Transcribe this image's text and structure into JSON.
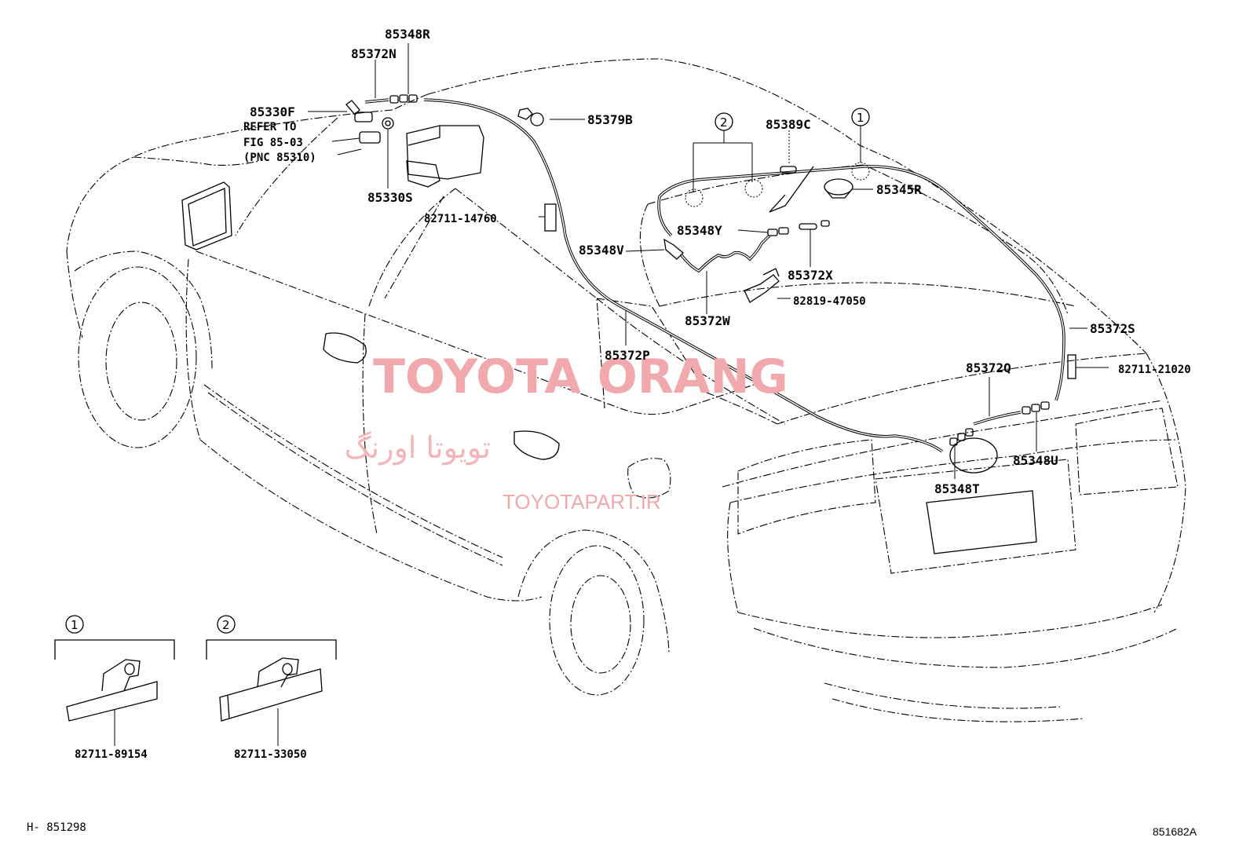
{
  "diagram": {
    "labels": {
      "p85348R": "85348R",
      "p85372N": "85372N",
      "p85330F": "85330F",
      "refer_line1": "REFER TO",
      "refer_line2": "FIG 85-03",
      "refer_line3": "(PNC 85310)",
      "p85330S": "85330S",
      "p85379B": "85379B",
      "p82711_14760": "82711-14760",
      "p85389C": "85389C",
      "p85345R": "85345R",
      "p85348Y": "85348Y",
      "p85348V": "85348V",
      "p85372X": "85372X",
      "p82819_47050": "82819-47050",
      "p85372W": "85372W",
      "p85372P": "85372P",
      "p85372S": "85372S",
      "p82711_21020": "82711-21020",
      "p85372Q": "85372Q",
      "p85348U": "85348U",
      "p85348T": "85348T",
      "p82711_89154": "82711-89154",
      "p82711_33050": "82711-33050"
    },
    "callouts": {
      "one": "1",
      "two": "2"
    },
    "watermark": {
      "brand": "TOYOTA ORANG",
      "persian": "تویوتا اورنگ",
      "url": "TOYOTAPART.IR"
    },
    "footer": {
      "left": "H- 851298",
      "right": "851682A"
    }
  },
  "colors": {
    "ink": "#000000",
    "watermark": "#f2a9ad"
  }
}
